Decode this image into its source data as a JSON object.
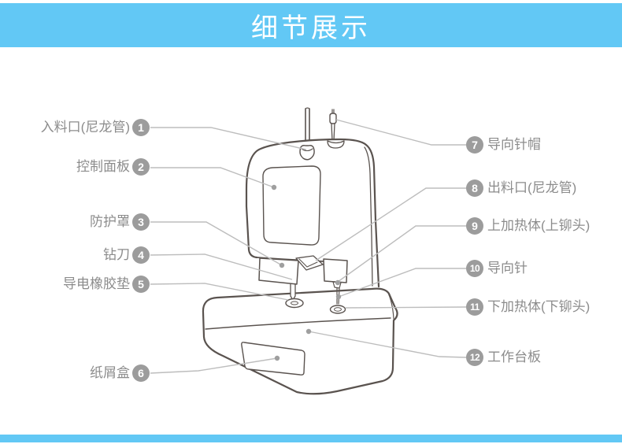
{
  "banner": {
    "title": "细节展示"
  },
  "colors": {
    "accent_blue": "#62c8f5",
    "label_text_gray": "#8c8c8c",
    "number_circle_gray": "#9c9c9c",
    "leader_line_gray": "#bdbdbd",
    "drawing_outline": "#5a534f"
  },
  "labels": {
    "left": [
      {
        "num": "1",
        "text": "入料口(尼龙管)"
      },
      {
        "num": "2",
        "text": "控制面板"
      },
      {
        "num": "3",
        "text": "防护罩"
      },
      {
        "num": "4",
        "text": "钻刀"
      },
      {
        "num": "5",
        "text": "导电橡胶垫"
      },
      {
        "num": "6",
        "text": "纸屑盒"
      }
    ],
    "right": [
      {
        "num": "7",
        "text": "导向针帽"
      },
      {
        "num": "8",
        "text": "出料口(尼龙管)"
      },
      {
        "num": "9",
        "text": "上加热体(上铆头)"
      },
      {
        "num": "10",
        "text": "导向针"
      },
      {
        "num": "11",
        "text": "下加热体(下铆头)"
      },
      {
        "num": "12",
        "text": "工作台板"
      }
    ]
  }
}
